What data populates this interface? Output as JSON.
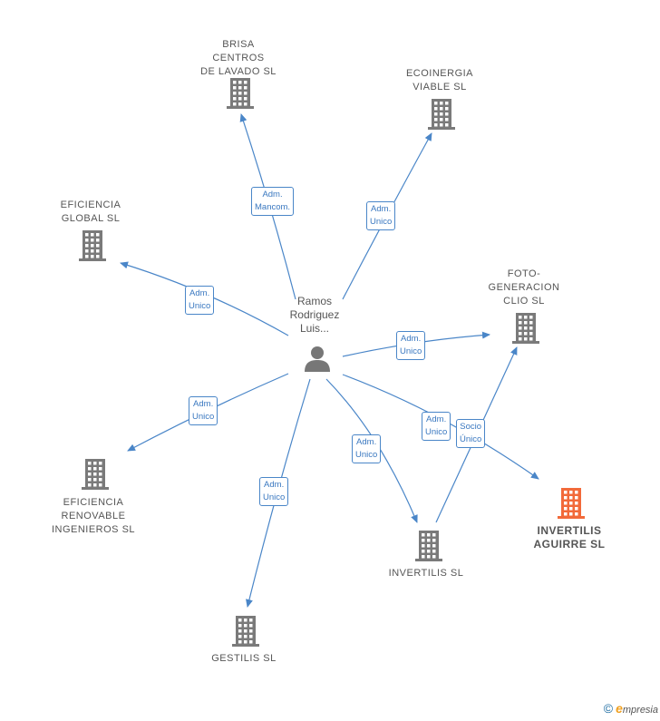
{
  "center_person": {
    "label": "Ramos\nRodriguez\nLuis...",
    "icon": "person-icon"
  },
  "companies": [
    {
      "id": "brisa",
      "label": "BRISA\nCENTROS\nDE LAVADO  SL",
      "icon": "building-icon",
      "color": "#7a7a7a",
      "focus": false
    },
    {
      "id": "ecoinergia",
      "label": "ECOINERGIA\nVIABLE  SL",
      "icon": "building-icon",
      "color": "#7a7a7a",
      "focus": false
    },
    {
      "id": "eficiencia_global",
      "label": "EFICIENCIA\nGLOBAL  SL",
      "icon": "building-icon",
      "color": "#7a7a7a",
      "focus": false
    },
    {
      "id": "foto",
      "label": "FOTO-\nGENERACION\nCLIO  SL",
      "icon": "building-icon",
      "color": "#7a7a7a",
      "focus": false
    },
    {
      "id": "eficiencia_renovable",
      "label": "EFICIENCIA\nRENOVABLE\nINGENIEROS SL",
      "icon": "building-icon",
      "color": "#7a7a7a",
      "focus": false
    },
    {
      "id": "invertilis_aguirre",
      "label": "INVERTILIS\nAGUIRRE  SL",
      "icon": "building-icon",
      "color": "#f26a3a",
      "focus": true
    },
    {
      "id": "invertilis",
      "label": "INVERTILIS  SL",
      "icon": "building-icon",
      "color": "#7a7a7a",
      "focus": false
    },
    {
      "id": "gestilis",
      "label": "GESTILIS  SL",
      "icon": "building-icon",
      "color": "#7a7a7a",
      "focus": false
    }
  ],
  "relations": [
    {
      "from": "person",
      "to": "brisa",
      "label": "Adm.\nMancom."
    },
    {
      "from": "person",
      "to": "ecoinergia",
      "label": "Adm.\nUnico"
    },
    {
      "from": "person",
      "to": "eficiencia_global",
      "label": "Adm.\nUnico"
    },
    {
      "from": "person",
      "to": "foto",
      "label": "Adm.\nUnico"
    },
    {
      "from": "person",
      "to": "eficiencia_renovable",
      "label": "Adm.\nUnico"
    },
    {
      "from": "person",
      "to": "invertilis_aguirre",
      "label": "Adm.\nUnico"
    },
    {
      "from": "invertilis",
      "to": "foto",
      "label": "Socio\nÚnico"
    },
    {
      "from": "person",
      "to": "invertilis",
      "label": "Adm.\nUnico"
    },
    {
      "from": "person",
      "to": "gestilis",
      "label": "Adm.\nUnico"
    }
  ],
  "colors": {
    "edge": "#4a86c8",
    "node": "#7a7a7a",
    "focus": "#f26a3a"
  },
  "footer": {
    "copyright": "©",
    "brand_initial": "e",
    "brand_rest": "mpresia"
  }
}
